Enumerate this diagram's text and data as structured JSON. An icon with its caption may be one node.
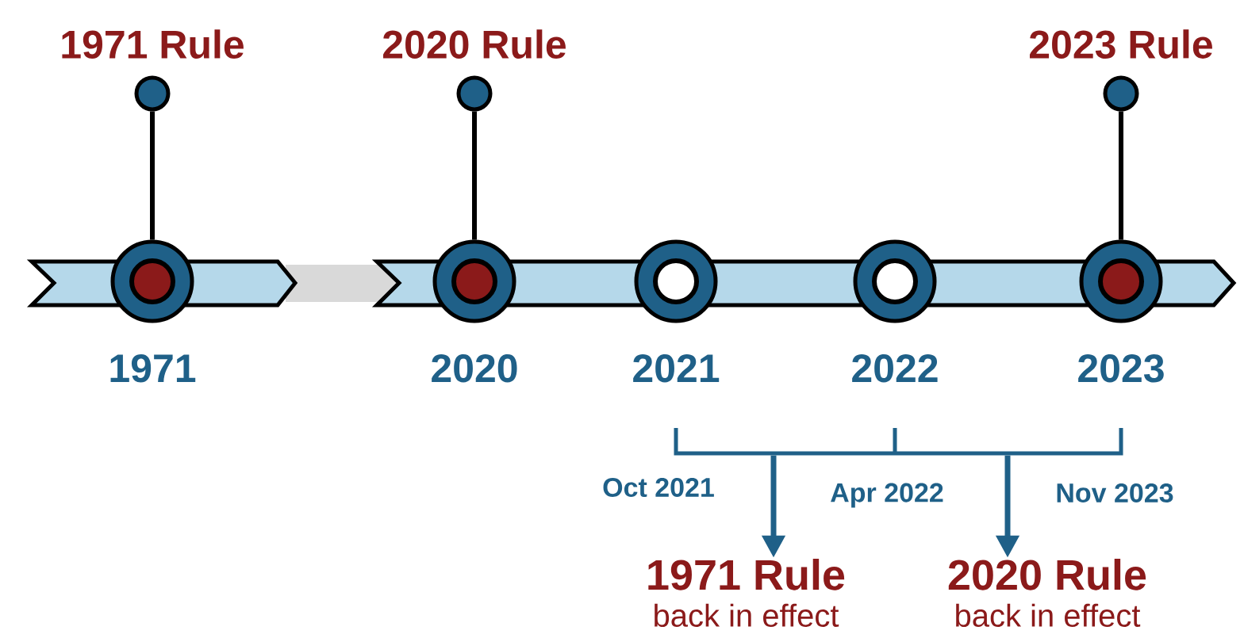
{
  "diagram": {
    "nodes": [
      {
        "text": [
          "1971 Rule"
        ]
      },
      {
        "text": [
          "2020 Rule"
        ]
      },
      {
        "text": [
          "2023 Rule"
        ]
      },
      {
        "text": [],
        "shape": "circle",
        "beside": [
          "1971"
        ]
      },
      {
        "text": [],
        "shape": "circle",
        "beside": [
          "2020"
        ]
      },
      {
        "text": [],
        "shape": "circle",
        "beside": [
          "2021"
        ]
      },
      {
        "text": [],
        "shape": "circle",
        "beside": [
          "2022"
        ]
      },
      {
        "text": [],
        "shape": "circle",
        "beside": [
          "2023"
        ]
      },
      {
        "text": [],
        "shape": "bracket"
      },
      {
        "text": [
          "1971 Rule",
          "back in effect"
        ]
      },
      {
        "text": [
          "2020 Rule",
          "back in effect"
        ]
      }
    ],
    "edges": [
      {
        "from": 0,
        "to": 3,
        "arrow": "none"
      },
      {
        "from": 1,
        "to": 4,
        "arrow": "none"
      },
      {
        "from": 2,
        "to": 7,
        "arrow": "none"
      },
      {
        "from": 8,
        "to": 9,
        "arrow": "to",
        "color": "#1f6088"
      },
      {
        "from": 8,
        "to": 10,
        "arrow": "to",
        "color": "#1f6088"
      }
    ],
    "labels": [
      "Oct 2021",
      "Apr 2022",
      "Nov 2023"
    ]
  }
}
